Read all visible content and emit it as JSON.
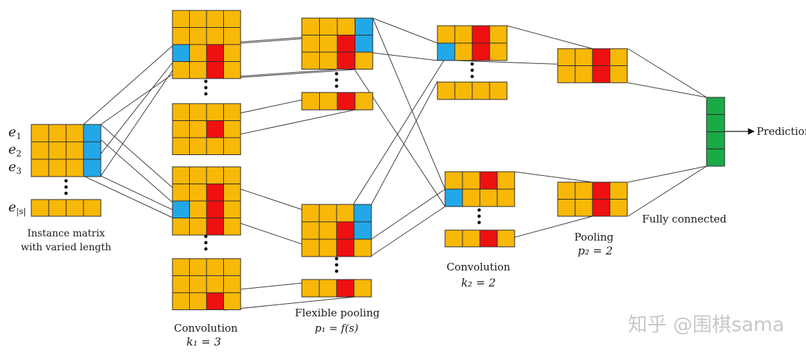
{
  "colors": {
    "orange": "#f8b808",
    "blue": "#22a8e8",
    "red": "#ee1111",
    "green": "#1aaa48"
  },
  "rows": {
    "e1": "e",
    "e1_sub": "1",
    "e2": "e",
    "e2_sub": "2",
    "e3": "e",
    "e3_sub": "3",
    "es": "e",
    "es_sub": "|s|"
  },
  "labels": {
    "instance_line1": "Instance matrix",
    "instance_line2": "with varied length",
    "conv1_title": "Convolution",
    "conv1_param": "k₁ = 3",
    "flex_title": "Flexible pooling",
    "flex_param": "p₁ = f(s)",
    "conv2_title": "Convolution",
    "conv2_param": "k₂ = 2",
    "pool2_title": "Pooling",
    "pool2_param": "p₂ = 2",
    "fully_connected": "Fully connected",
    "prediction": "Prediction"
  },
  "watermark": "知乎 @围棋sama"
}
